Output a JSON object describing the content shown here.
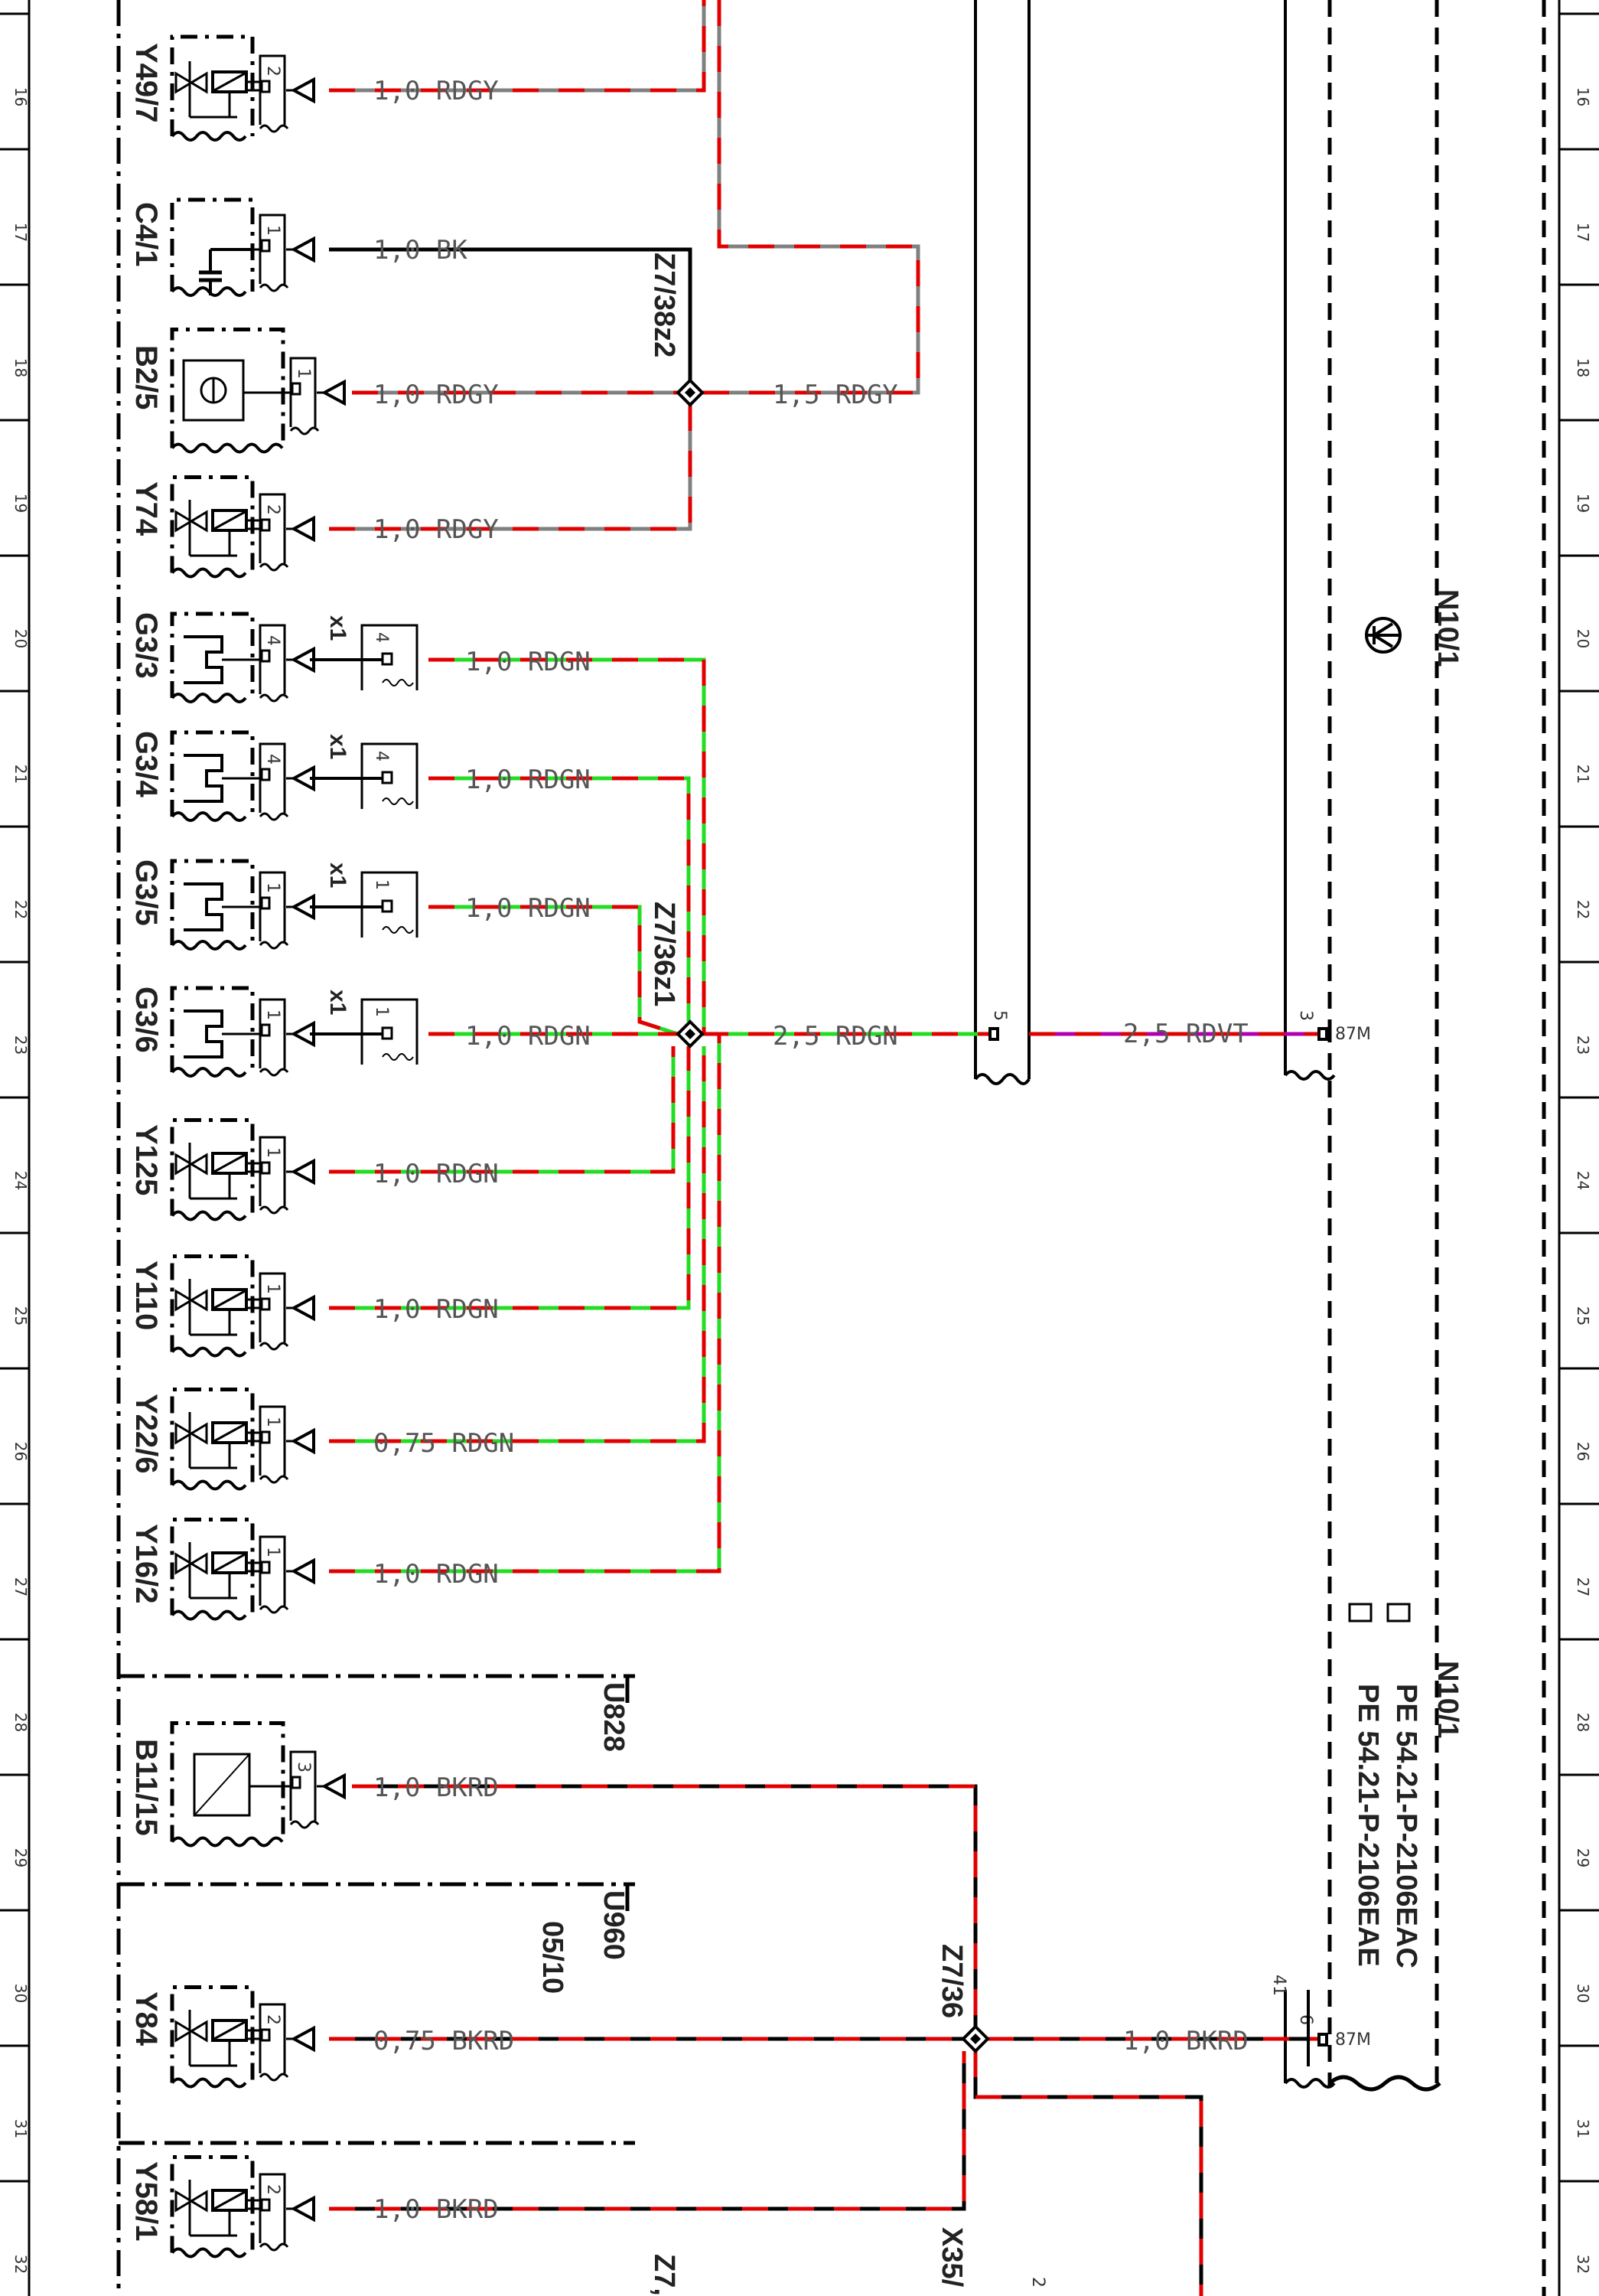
{
  "rows": [
    "16",
    "17",
    "18",
    "19",
    "20",
    "21",
    "22",
    "23",
    "24",
    "25",
    "26",
    "27",
    "28",
    "29",
    "30",
    "31",
    "32"
  ],
  "components": [
    {
      "id": "Y49/7",
      "pin": "2"
    },
    {
      "id": "C4/1",
      "pin": "1"
    },
    {
      "id": "B2/5",
      "pin": "1"
    },
    {
      "id": "Y74",
      "pin": "2"
    },
    {
      "id": "G3/3",
      "pin": "4",
      "aux": "x1"
    },
    {
      "id": "G3/4",
      "pin": "4",
      "aux": "x1"
    },
    {
      "id": "G3/5",
      "pin": "1",
      "aux": "x1"
    },
    {
      "id": "G3/6",
      "pin": "1",
      "aux": "x1"
    },
    {
      "id": "Y125",
      "pin": "1"
    },
    {
      "id": "Y110",
      "pin": "1"
    },
    {
      "id": "Y22/6",
      "pin": "1"
    },
    {
      "id": "Y16/2",
      "pin": "1"
    },
    {
      "id": "B11/15",
      "pin": "3"
    },
    {
      "id": "Y84",
      "pin": "2"
    },
    {
      "id": "Y58/1",
      "pin": "2"
    }
  ],
  "wires": {
    "y49_7": "1,0 RDGY",
    "c4_1": "1,0 BK",
    "b2_5": "1,0 RDGY",
    "y74": "1,0 RDGY",
    "z7_38_out": "1,5 RDGY",
    "g3_3": "1,0 RDGN",
    "g3_4": "1,0 RDGN",
    "g3_5": "1,0 RDGN",
    "g3_6": "1,0 RDGN",
    "z7_36z1_out": "2,5 RDGN",
    "n10_pin3": "2,5 RDVT",
    "y125": "1,0 RDGN",
    "y110": "1,0 RDGN",
    "y22_6": "0,75 RDGN",
    "y16_2": "1,0 RDGN",
    "b11_15": "1,0 BKRD",
    "y84": "0,75 BKRD",
    "n10_pin6": "1,0 BKRD",
    "y58_1": "1,0 BKRD"
  },
  "splices": {
    "z7_38z2": "Z7/38z2",
    "z7_36z1": "Z7/36z1",
    "z7_36": "Z7/36",
    "x35": "X35/",
    "z7_bottom": "Z7,"
  },
  "modules": {
    "u828": "U828",
    "u960": "U960",
    "u960_ref": "05/10",
    "n10_1_top": "N10/1",
    "n10_1_bottom": "N10/1",
    "pe_1": "PE 54.21-P-2106EAC",
    "pe_2": "PE 54.21-P-2106EAE",
    "pin_87m_a": "87M",
    "pin_87m_b": "87M",
    "pin5": "5",
    "pin3": "3",
    "pin6": "6",
    "pin41": "41",
    "bottom_2": "2"
  },
  "colors": {
    "red": "#e10000",
    "gray": "#808080",
    "green": "#22dd22",
    "violet": "#b000b0",
    "black": "#000000"
  }
}
